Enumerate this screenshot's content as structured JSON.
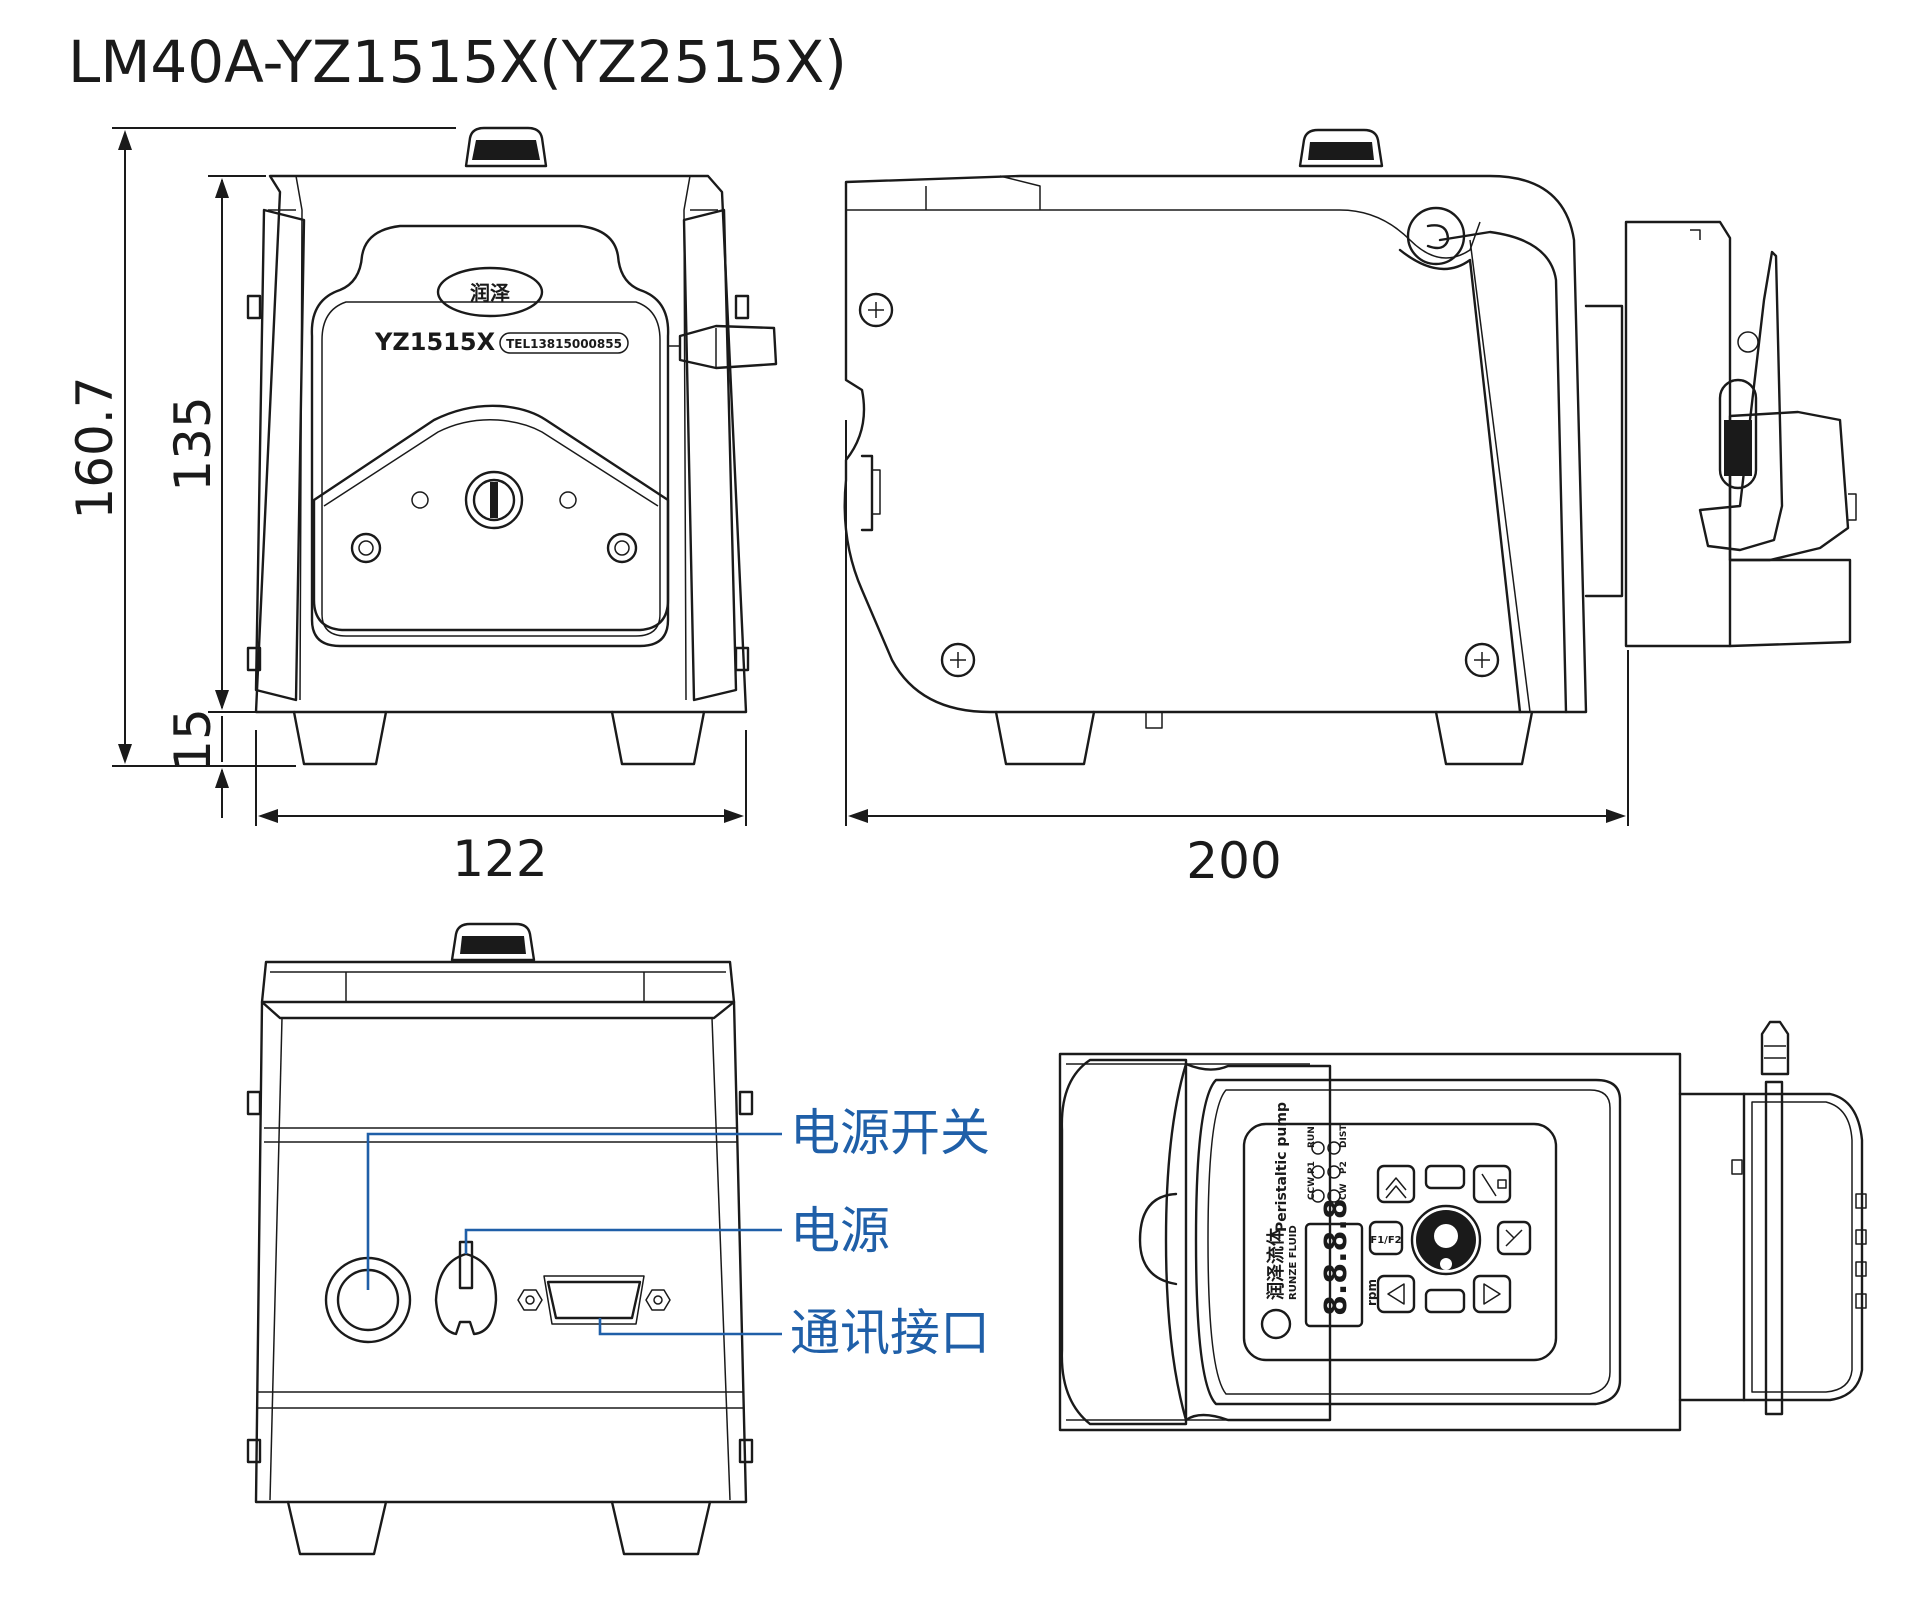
{
  "title": "LM40A-YZ1515X(YZ2515X)",
  "front_view": {
    "pump_head_model": "YZ1515X",
    "brand": "润泽",
    "serial": "TEL13815000855"
  },
  "dimensions": {
    "overall_height": "160.7",
    "body_height": "135",
    "foot_height": "15",
    "width": "122",
    "depth": "200"
  },
  "rear_view": {
    "callouts": {
      "power_switch": "电源开关",
      "power": "电源",
      "comm_port": "通讯接口"
    }
  },
  "top_view": {
    "brand_vertical": "润泽流体",
    "brand_en": "RUNZE FLUID",
    "product": "Peristaltic pump",
    "display": "8.8.8.8",
    "unit": "rpm",
    "leds": [
      "RUN",
      "DIST",
      "P1",
      "P2",
      "CCW",
      "CW"
    ],
    "keys": {
      "f_key": "F1/F2"
    }
  },
  "colors": {
    "line": "#1a1a1a",
    "callout": "#1f5fa8"
  }
}
